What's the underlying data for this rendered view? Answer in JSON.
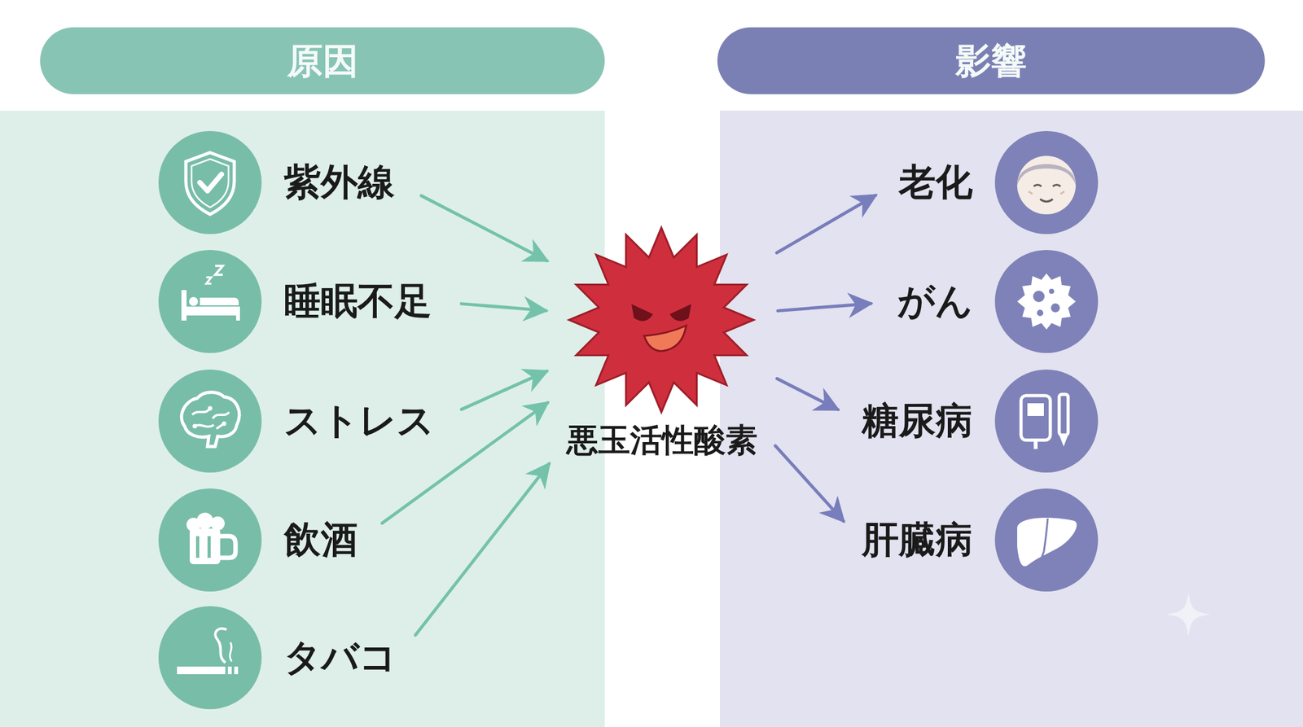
{
  "diagram": {
    "nodes": [
      {
        "text": [
          "原因"
        ]
      },
      {
        "text": [
          "影響"
        ]
      },
      {
        "text": [
          "紫外線"
        ]
      },
      {
        "text": [
          "睡眠不足"
        ]
      },
      {
        "text": [
          "ストレス"
        ]
      },
      {
        "text": [
          "飲酒"
        ]
      },
      {
        "text": [
          "タバコ"
        ]
      },
      {
        "text": [
          "悪玉活性酸素"
        ]
      },
      {
        "text": [
          "老化"
        ]
      },
      {
        "text": [
          "がん"
        ]
      },
      {
        "text": [
          "糖尿病"
        ]
      },
      {
        "text": [
          "肝臓病"
        ]
      }
    ],
    "edges": [
      {
        "from": 2,
        "to": 7,
        "arrow": "to"
      },
      {
        "from": 3,
        "to": 7,
        "arrow": "to"
      },
      {
        "from": 4,
        "to": 7,
        "arrow": "to"
      },
      {
        "from": 5,
        "to": 7,
        "arrow": "to"
      },
      {
        "from": 6,
        "to": 7,
        "arrow": "to"
      },
      {
        "from": 7,
        "to": 8,
        "arrow": "to"
      },
      {
        "from": 7,
        "to": 9,
        "arrow": "to"
      },
      {
        "from": 7,
        "to": 10,
        "arrow": "to"
      },
      {
        "from": 7,
        "to": 11,
        "arrow": "to"
      }
    ]
  }
}
